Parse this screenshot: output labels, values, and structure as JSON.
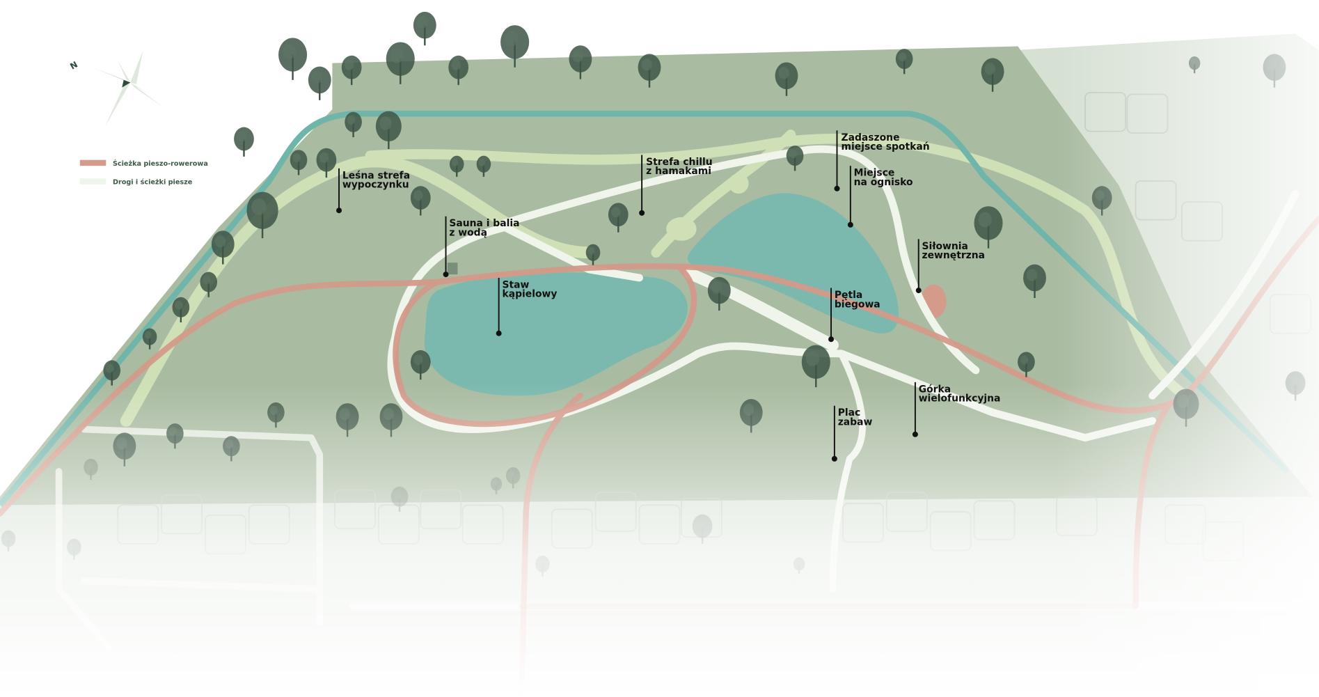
{
  "compass": {
    "north_label": "N"
  },
  "legend": [
    {
      "label": "Ścieżka pieszo-rowerowa",
      "color": "#d49a8a"
    },
    {
      "label": "Drogi i ścieżki piesze",
      "color": "#eef5ea"
    }
  ],
  "labels": [
    {
      "id": "lesna-strefa",
      "lines": [
        "Leśna strefa",
        "wypoczynku"
      ]
    },
    {
      "id": "sauna",
      "lines": [
        "Sauna i balia",
        "z wodą"
      ]
    },
    {
      "id": "strefa-chillu",
      "lines": [
        "Strefa chillu",
        "z hamakami"
      ]
    },
    {
      "id": "zadaszone",
      "lines": [
        "Zadaszone",
        "miejsce spotkań"
      ]
    },
    {
      "id": "ognisko",
      "lines": [
        "Miejsce",
        "na ognisko"
      ]
    },
    {
      "id": "silownia",
      "lines": [
        "Siłownia",
        "zewnętrzna"
      ]
    },
    {
      "id": "staw",
      "lines": [
        "Staw",
        "kąpielowy"
      ]
    },
    {
      "id": "petla",
      "lines": [
        "Pętla",
        "biegowa"
      ]
    },
    {
      "id": "gorka",
      "lines": [
        "Górka",
        "wielofunkcyjna"
      ]
    },
    {
      "id": "plac",
      "lines": [
        "Plac",
        "zabaw"
      ]
    }
  ],
  "colors": {
    "ground": "#a9bba1",
    "pond": "#7bb9ae",
    "teal_path": "#70b5aa",
    "bike_path": "#d49a8a",
    "walk_path": "#f0f5ec",
    "meadow_path": "#cfe0b6",
    "tree": "#3e5547"
  }
}
